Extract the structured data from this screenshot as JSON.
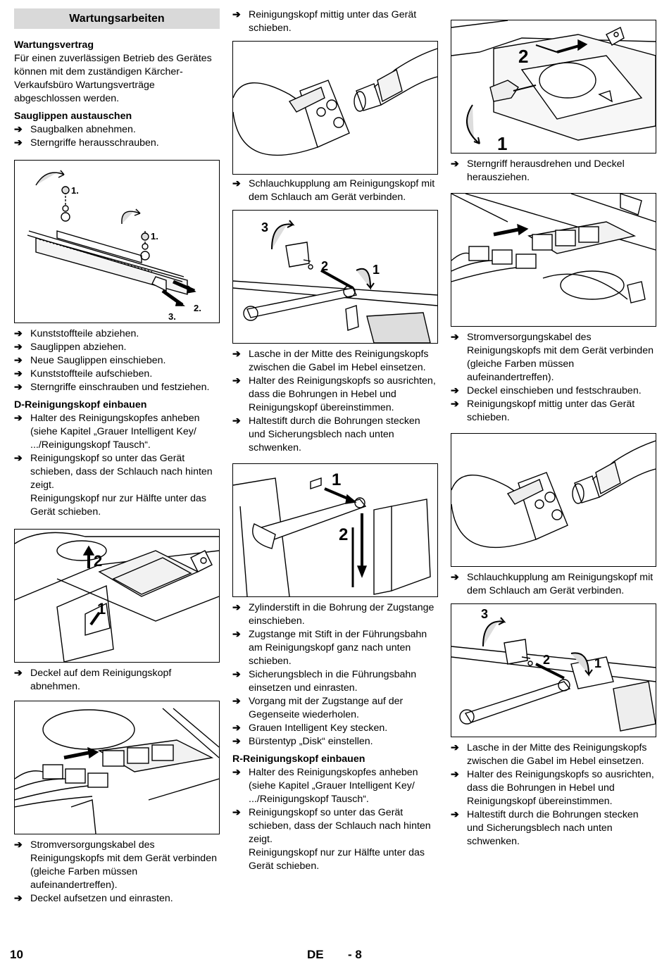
{
  "col1": {
    "section_title": "Wartungsarbeiten",
    "wv_heading": "Wartungsvertrag",
    "wv_text": "Für einen zuverlässigen Betrieb des Gerätes können mit dem zuständigen Kärcher-Verkaufsbüro Wartungsverträge abgeschlossen werden.",
    "sa_heading": "Sauglippen austauschen",
    "sa_steps_a": [
      "Saugbalken abnehmen.",
      "Sterngriffe herausschrauben."
    ],
    "fig1_labels": [
      "1.",
      "1.",
      "2.",
      "3."
    ],
    "sa_steps_b": [
      "Kunststoffteile abziehen.",
      "Sauglippen abziehen.",
      "Neue Sauglippen einschieben.",
      "Kunststoffteile aufschieben.",
      "Sterngriffe einschrauben und festziehen."
    ],
    "d_heading": "D-Reinigungskopf einbauen",
    "d_steps": [
      "Halter des Reinigungskopfes anheben (siehe Kapitel „Grauer Intelligent Key/ .../Reinigungskopf Tausch“.",
      "Reinigungskopf so unter das Gerät schieben, dass der Schlauch nach hinten zeigt."
    ],
    "d_note": "Reinigungskopf nur zur Hälfte unter das Gerät schieben.",
    "fig2_labels": [
      "2",
      "1"
    ],
    "d_step_cover": "Deckel auf dem Reinigungskopf abnehmen.",
    "d_steps_c": [
      "Stromversorgungskabel des Reinigungskopfs mit dem Gerät verbinden (gleiche Farben müssen aufeinandertreffen).",
      "Deckel aufsetzen und einrasten."
    ]
  },
  "col2": {
    "step_a": "Reinigungskopf mittig unter das Gerät schieben.",
    "step_b": "Schlauchkupplung am Reinigungskopf mit dem Schlauch am Gerät verbinden.",
    "fig_lever_labels": [
      "3",
      "2",
      "1"
    ],
    "steps_c": [
      "Lasche in der Mitte des Reinigungskopfs zwischen die Gabel im Hebel einsetzen.",
      "Halter des Reinigungskopfs so ausrichten, dass die Bohrungen in Hebel und Reinigungskopf übereinstimmen.",
      "Haltestift durch die Bohrungen stecken und Sicherungsblech nach unten schwenken."
    ],
    "fig_rod_labels": [
      "1",
      "2"
    ],
    "steps_d": [
      "Zylinderstift in die Bohrung der Zugstange einschieben.",
      "Zugstange mit Stift in der Führungsbahn am Reinigungskopf ganz nach unten schieben.",
      "Sicherungsblech in die Führungsbahn einsetzen und einrasten.",
      "Vorgang mit der Zugstange auf der Gegenseite wiederholen.",
      "Grauen Intelligent Key stecken.",
      "Bürstentyp „Disk“ einstellen."
    ],
    "r_heading": "R-Reinigungskopf einbauen",
    "r_steps": [
      "Halter des Reinigungskopfes anheben (siehe Kapitel „Grauer Intelligent Key/ .../Reinigungskopf Tausch“.",
      "Reinigungskopf so unter das Gerät schieben, dass der Schlauch nach hinten zeigt."
    ],
    "r_note": "Reinigungskopf nur zur Hälfte unter das Gerät schieben."
  },
  "col3": {
    "fig_knob_labels": [
      "2",
      "1"
    ],
    "step_a": "Sterngriff herausdrehen und Deckel herausziehen.",
    "steps_b": [
      "Stromversorgungskabel des Reinigungskopfs mit dem Gerät verbinden (gleiche Farben müssen aufeinandertreffen).",
      "Deckel einschieben und festschrauben.",
      "Reinigungskopf mittig unter das Gerät schieben."
    ],
    "step_c": "Schlauchkupplung am Reinigungskopf mit dem Schlauch am Gerät verbinden.",
    "fig_lever_labels": [
      "3",
      "2",
      "1"
    ],
    "steps_d": [
      "Lasche in der Mitte des Reinigungskopfs zwischen die Gabel im Hebel einsetzen.",
      "Halter des Reinigungskopfs so ausrichten, dass die Bohrungen in Hebel und Reinigungskopf übereinstimmen.",
      "Haltestift durch die Bohrungen stecken und Sicherungsblech nach unten schwenken."
    ]
  },
  "footer": {
    "page_number": "10",
    "language": "DE",
    "sub_page": "- 8"
  },
  "icons": {
    "step_arrow": "right-arrow-icon"
  },
  "arrow_glyph": "➔"
}
